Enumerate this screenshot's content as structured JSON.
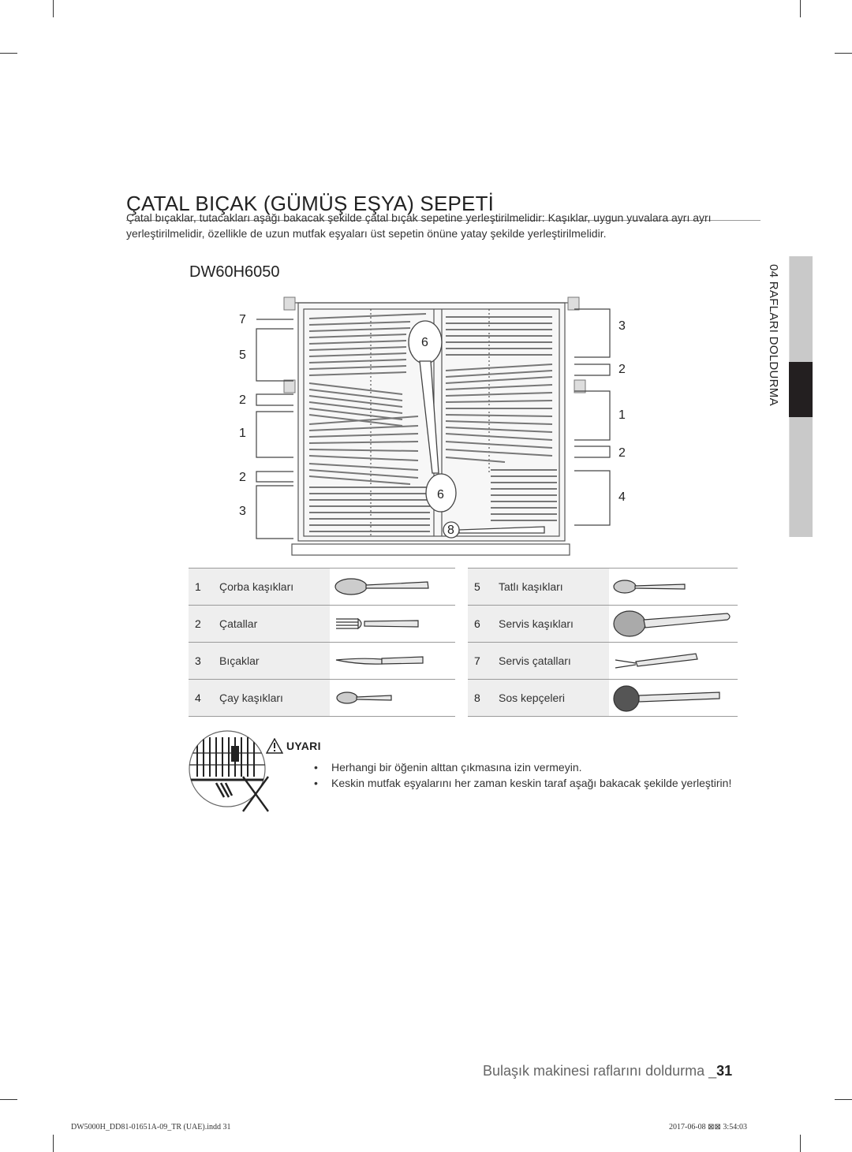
{
  "section_title": "ÇATAL BIÇAK (GÜMÜŞ EŞYA) SEPETİ",
  "intro_text": "Çatal bıçaklar, tutacakları aşağı bakacak şekilde çatal bıçak sepetine yerleştirilmelidir: Kaşıklar, uygun yuvalara ayrı ayrı yerleştirilmelidir, özellikle de uzun mutfak eşyaları üst sepetin önüne yatay şekilde yerleştirilmelidir.",
  "model": "DW60H6050",
  "side_tab": "04 RAFLARI DOLDURMA",
  "diagram": {
    "left_callouts": [
      "7",
      "5",
      "2",
      "1",
      "2",
      "3"
    ],
    "right_callouts": [
      "3",
      "2",
      "1",
      "2",
      "4"
    ],
    "inner_callouts": [
      "6",
      "6",
      "8"
    ]
  },
  "parts_left": [
    {
      "num": "1",
      "name": "Çorba kaşıkları",
      "icon": "soup-spoon-icon"
    },
    {
      "num": "2",
      "name": "Çatallar",
      "icon": "fork-icon"
    },
    {
      "num": "3",
      "name": "Bıçaklar",
      "icon": "knife-icon"
    },
    {
      "num": "4",
      "name": "Çay kaşıkları",
      "icon": "tea-spoon-icon"
    }
  ],
  "parts_right": [
    {
      "num": "5",
      "name": "Tatlı kaşıkları",
      "icon": "dessert-spoon-icon"
    },
    {
      "num": "6",
      "name": "Servis kaşıkları",
      "icon": "serving-spoon-icon"
    },
    {
      "num": "7",
      "name": "Servis çatalları",
      "icon": "serving-fork-icon"
    },
    {
      "num": "8",
      "name": "Sos kepçeleri",
      "icon": "gravy-ladle-icon"
    }
  ],
  "warning": {
    "title": "UYARI",
    "items": [
      "Herhangi bir öğenin alttan çıkmasına izin vermeyin.",
      "Keskin mutfak eşyalarını her zaman keskin taraf aşağı bakacak şekilde yerleştirin!"
    ]
  },
  "footer": {
    "title": "Bulaşık makinesi raflarını doldurma _",
    "page": "31"
  },
  "slug": {
    "file": "DW5000H_DD81-01651A-09_TR (UAE).indd   31",
    "date": "2017-06-08   ⊠⊠ 3:54:03"
  }
}
